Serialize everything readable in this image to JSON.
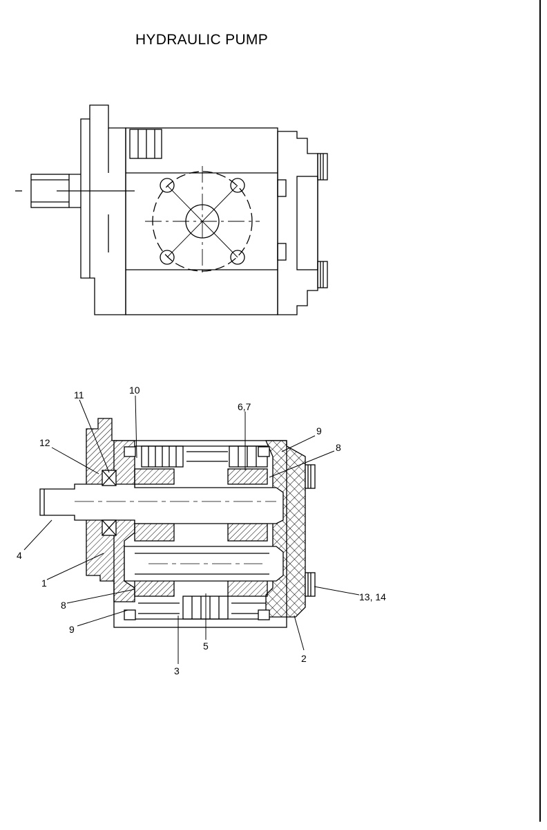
{
  "page": {
    "title": "HYDRAULIC PUMP"
  },
  "callouts": [
    {
      "id": "1",
      "text": "1"
    },
    {
      "id": "2",
      "text": "2"
    },
    {
      "id": "3",
      "text": "3"
    },
    {
      "id": "4",
      "text": "4"
    },
    {
      "id": "5",
      "text": "5"
    },
    {
      "id": "67",
      "text": "6,7"
    },
    {
      "id": "8a",
      "text": "8"
    },
    {
      "id": "8b",
      "text": "8"
    },
    {
      "id": "9a",
      "text": "9"
    },
    {
      "id": "9b",
      "text": "9"
    },
    {
      "id": "10",
      "text": "10"
    },
    {
      "id": "11",
      "text": "11"
    },
    {
      "id": "12",
      "text": "12"
    },
    {
      "id": "1314",
      "text": "13, 14"
    }
  ]
}
